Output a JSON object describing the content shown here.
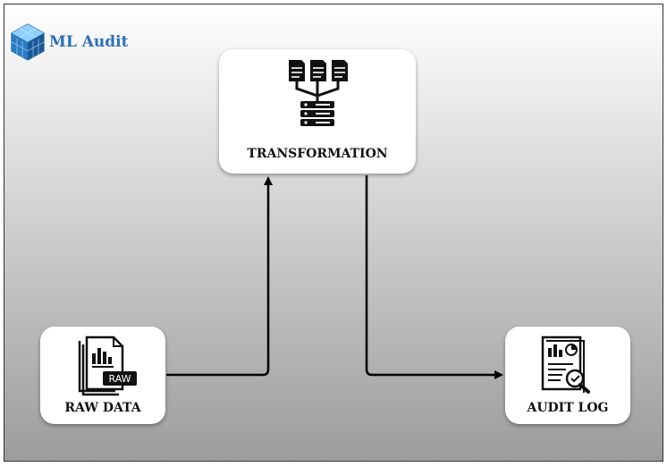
{
  "brand": {
    "title": "ML Audit",
    "icon": "blue-cube-icon"
  },
  "nodes": {
    "transformation": {
      "label": "TRANSFORMATION",
      "icon": "document-merge-server-icon"
    },
    "raw_data": {
      "label": "RAW DATA",
      "icon": "raw-data-file-icon"
    },
    "audit_log": {
      "label": "AUDIT LOG",
      "icon": "report-search-icon"
    }
  },
  "edges": [
    {
      "from": "RAW DATA",
      "to": "TRANSFORMATION"
    },
    {
      "from": "TRANSFORMATION",
      "to": "AUDIT LOG"
    }
  ],
  "colors": {
    "brand_text": "#2a6fb9",
    "cube": "#2f86c9",
    "connector": "#000000",
    "node_fill": "#ffffff",
    "background_top": "#ffffff",
    "background_bottom": "#9c9c9c"
  }
}
